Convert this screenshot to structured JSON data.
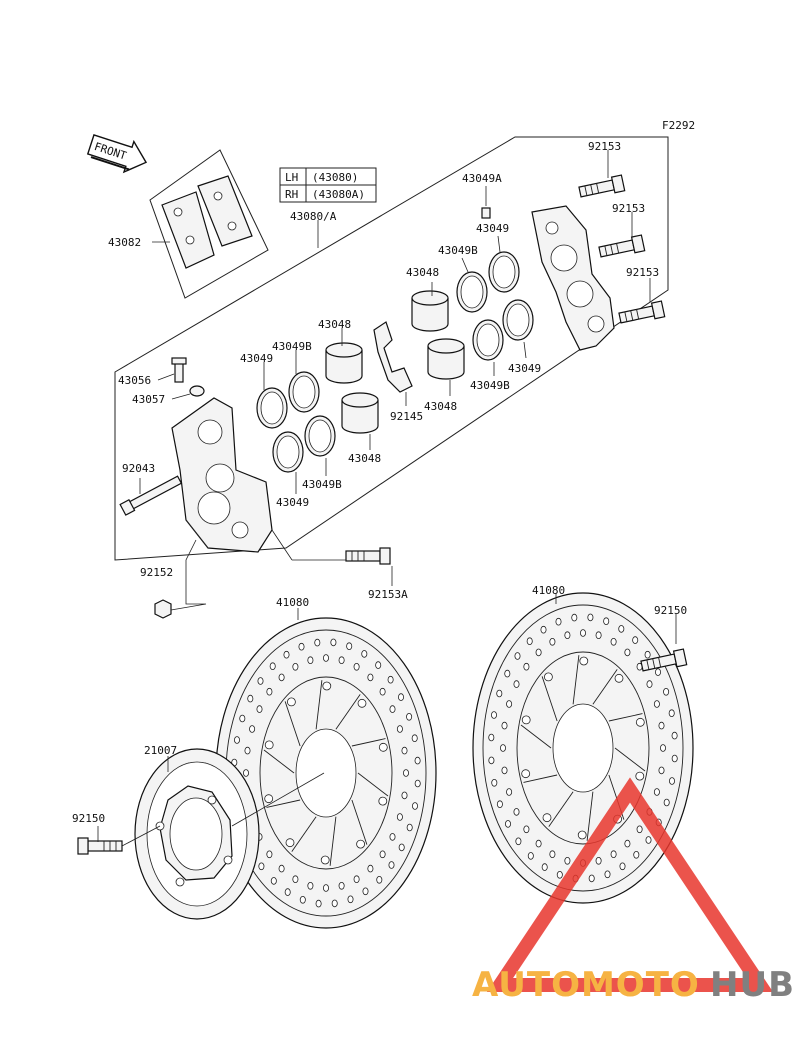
{
  "figure_code": "F2292",
  "front_arrow_label": "FRONT",
  "lh_rh_table": [
    {
      "side": "LH",
      "part": "(43080)"
    },
    {
      "side": "RH",
      "part": "(43080A)"
    }
  ],
  "parts": {
    "caliper_assembly": "43080/A",
    "brake_pads": "43082",
    "bleed_valve": "43056",
    "bleed_cap": "43057",
    "pin_bolt": "92043",
    "nut": "92152",
    "flange_bolt_a": "92153A",
    "caliper_bolt": "92153",
    "piston": "43048",
    "seal_dust": "43049",
    "seal_piston_b": "43049B",
    "seal_a": "43049A",
    "pad_spring": "92145",
    "disc": "41080",
    "abs_rotor": "21007",
    "disc_bolt": "92150"
  },
  "watermark": {
    "part1": "AUTOMOTO",
    "part2": "HUB",
    "color1": "#f5a623",
    "color2": "#6b6b6b",
    "triangle_color": "#e8362d"
  }
}
